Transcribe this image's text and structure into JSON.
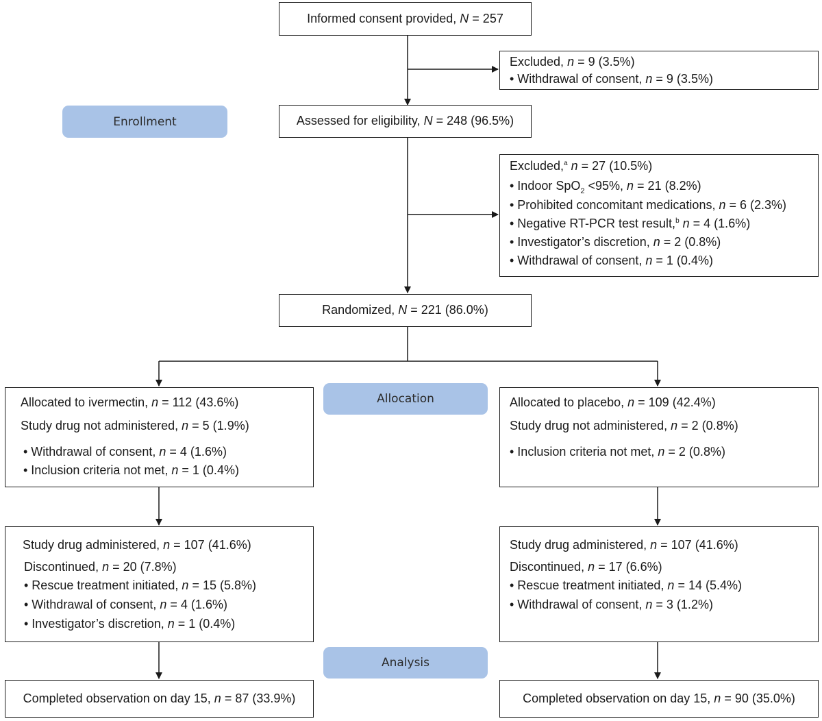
{
  "colors": {
    "stage_fill": "#a9c3e7",
    "line": "#1a1a1a",
    "box_border": "#1a1a1a"
  },
  "stages": {
    "enrollment": "Enrollment",
    "allocation": "Allocation",
    "analysis": "Analysis"
  },
  "consent": {
    "pre": "Informed consent provided, ",
    "var": "N",
    "post": " = 257"
  },
  "excluded_1": {
    "title_pre": "Excluded, ",
    "title_var": "n",
    "title_post": " = 9 (3.5%)",
    "item1_pre": "• Withdrawal of consent, ",
    "item1_var": "n",
    "item1_post": " = 9 (3.5%)"
  },
  "eligibility": {
    "pre": "Assessed for eligibility, ",
    "var": "N",
    "post": " = 248 (96.5%)"
  },
  "excluded_2": {
    "title_pre": "Excluded,",
    "title_sup": "a",
    "title_var": "n",
    "title_post": " = 27 (10.5%)",
    "spo2_pre": "• Indoor SpO",
    "spo2_sub": "2",
    "spo2_mid": " <95%, ",
    "spo2_var": "n",
    "spo2_post": " = 21 (8.2%)",
    "meds_pre": "• Prohibited concomitant medications, ",
    "meds_var": "n",
    "meds_post": " = 6 (2.3%)",
    "pcr_pre": "• Negative RT-PCR test result,",
    "pcr_sup": "b",
    "pcr_var": "n",
    "pcr_post": " = 4 (1.6%)",
    "inv_pre": "• Investigator’s discretion, ",
    "inv_var": "n",
    "inv_post": " = 2 (0.8%)",
    "wd_pre": "• Withdrawal of consent, ",
    "wd_var": "n",
    "wd_post": " = 1 (0.4%)"
  },
  "randomized": {
    "pre": "Randomized, ",
    "var": "N",
    "post": " = 221 (86.0%)"
  },
  "ivermectin_alloc": {
    "title_pre": "Allocated to ivermectin, ",
    "title_var": "n",
    "title_post": " = 112 (43.6%)",
    "nadm_pre": "Study drug not administered, ",
    "nadm_var": "n",
    "nadm_post": " = 5 (1.9%)",
    "r1_pre": "• Withdrawal of consent, ",
    "r1_var": "n",
    "r1_post": " = 4 (1.6%)",
    "r2_pre": "• Inclusion criteria not met, ",
    "r2_var": "n",
    "r2_post": " = 1 (0.4%)"
  },
  "placebo_alloc": {
    "title_pre": "Allocated to placebo, ",
    "title_var": "n",
    "title_post": " = 109 (42.4%)",
    "nadm_pre": "Study drug not administered, ",
    "nadm_var": "n",
    "nadm_post": " = 2 (0.8%)",
    "r1_pre": "• Inclusion criteria not met, ",
    "r1_var": "n",
    "r1_post": " = 2 (0.8%)"
  },
  "ivermectin_admin": {
    "title_pre": "Study drug administered, ",
    "title_var": "n",
    "title_post": " = 107 (41.6%)",
    "disc_pre": "Discontinued, ",
    "disc_var": "n",
    "disc_post": " = 20 (7.8%)",
    "r1_pre": "• Rescue treatment initiated, ",
    "r1_var": "n",
    "r1_post": " = 15 (5.8%)",
    "r2_pre": "• Withdrawal of consent, ",
    "r2_var": "n",
    "r2_post": " = 4 (1.6%)",
    "r3_pre": "• Investigator’s discretion, ",
    "r3_var": "n",
    "r3_post": " = 1 (0.4%)"
  },
  "placebo_admin": {
    "title_pre": "Study drug administered, ",
    "title_var": "n",
    "title_post": " = 107 (41.6%)",
    "disc_pre": "Discontinued, ",
    "disc_var": "n",
    "disc_post": " = 17 (6.6%)",
    "r1_pre": "• Rescue treatment initiated, ",
    "r1_var": "n",
    "r1_post": " = 14 (5.4%)",
    "r2_pre": "• Withdrawal of consent, ",
    "r2_var": "n",
    "r2_post": " = 3 (1.2%)"
  },
  "ivermectin_complete": {
    "pre": "Completed observation on day 15, ",
    "var": "n",
    "post": " = 87 (33.9%)"
  },
  "placebo_complete": {
    "pre": "Completed observation on day 15, ",
    "var": "n",
    "post": " = 90 (35.0%)"
  }
}
